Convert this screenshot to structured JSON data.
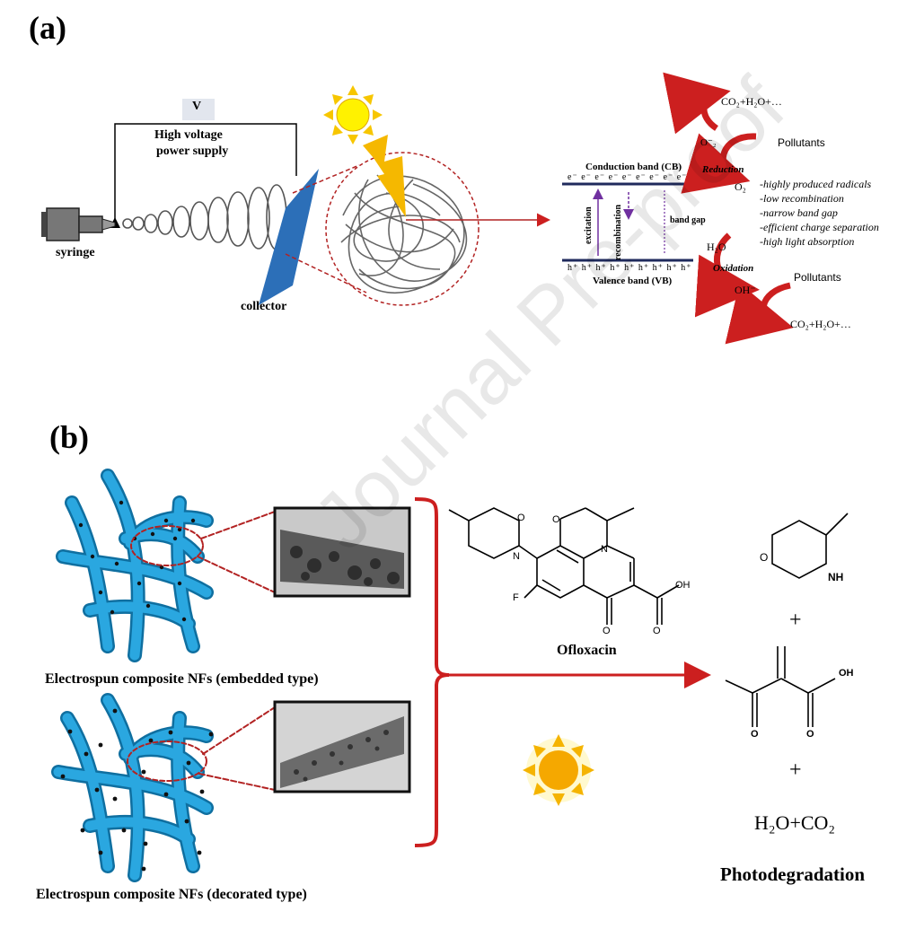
{
  "panel_a": {
    "label": "(a)",
    "voltage_box": "V",
    "power_supply_line1": "High voltage",
    "power_supply_line2": "power supply",
    "syringe": "syringe",
    "collector": "collector",
    "conduction_band": "Conduction band (CB)",
    "valence_band": "Valence band (VB)",
    "electrons": "e⁻ e⁻ e⁻ e⁻ e⁻ e⁻ e⁻ e⁻ e⁻",
    "holes": "h⁺ h⁺ h⁺ h⁺ h⁺ h⁺ h⁺ h⁺ h⁺",
    "excitation": "excitation",
    "recombination": "recombination",
    "band_gap": "band gap",
    "reduction": "Reduction",
    "oxidation": "Oxidation",
    "o2": "O₂",
    "o2_radical": "O⁻₂",
    "h2o": "H₂O",
    "oh": "OH⁻",
    "pollutants_top": "Pollutants",
    "pollutants_bottom": "Pollutants",
    "products_top": "CO₂+H₂O+…",
    "products_bottom": "CO₂+H₂O+…",
    "advantages": [
      "-highly produced radicals",
      "-low recombination",
      "-narrow band gap",
      "-efficient charge separation",
      "-high light absorption"
    ]
  },
  "panel_b": {
    "label": "(b)",
    "embedded_caption": "Electrospun composite NFs (embedded type)",
    "decorated_caption": "Electrospun composite NFs (decorated type)",
    "ofloxacin": "Ofloxacin",
    "atoms": {
      "O": "O",
      "N": "N",
      "F": "F",
      "OH": "OH",
      "NH": "NH"
    },
    "plus": "+",
    "water_co2": "H₂O+CO₂",
    "photodegradation": "Photodegradation"
  },
  "watermark": "Journal Pre-proof",
  "colors": {
    "arrow_red": "#cc1f1f",
    "fiber_blue": "#2aa7e0",
    "collector_blue": "#2c6fb8",
    "band_navy": "#1f2a5c",
    "sun_yellow": "#f7c600",
    "purple": "#7030a0"
  }
}
